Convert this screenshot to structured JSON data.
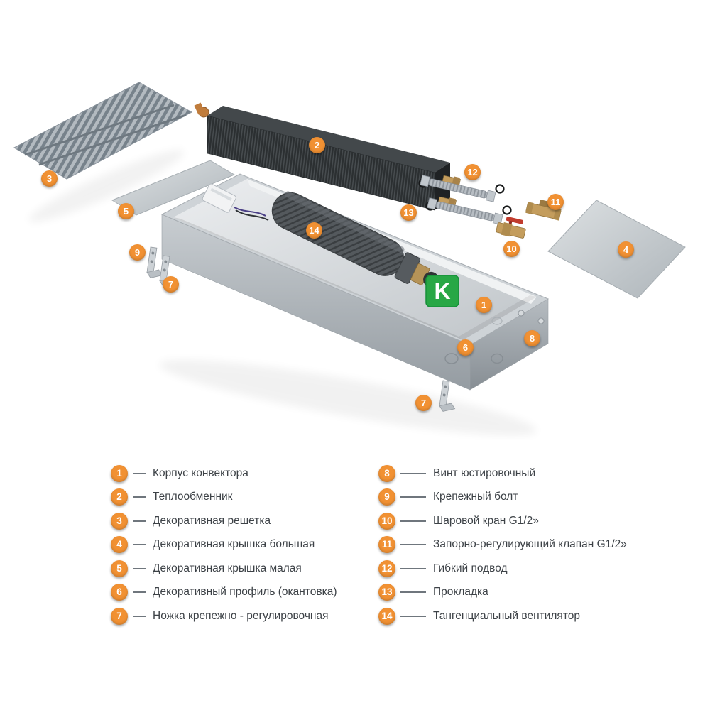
{
  "colors": {
    "badge": "#f19133",
    "legend_text": "#3d4247",
    "logo_green": "#28a745",
    "metal_light": "#d9dde0",
    "metal_dark": "#8f99a2",
    "exchanger_dark": "#2b2f31",
    "brass": "#c49d5d",
    "handle_red": "#c13b2d"
  },
  "logo": {
    "letter": "K"
  },
  "diagram": {
    "callouts": [
      {
        "n": "3"
      },
      {
        "n": "2"
      },
      {
        "n": "5"
      },
      {
        "n": "12"
      },
      {
        "n": "13"
      },
      {
        "n": "11"
      },
      {
        "n": "10"
      },
      {
        "n": "4"
      },
      {
        "n": "9"
      },
      {
        "n": "7"
      },
      {
        "n": "14"
      },
      {
        "n": "1"
      },
      {
        "n": "8"
      },
      {
        "n": "6"
      },
      {
        "n": "7"
      }
    ]
  },
  "legend": {
    "left": [
      {
        "n": "1",
        "label": "Корпус конвектора"
      },
      {
        "n": "2",
        "label": "Теплообменник"
      },
      {
        "n": "3",
        "label": "Декоративная решетка"
      },
      {
        "n": "4",
        "label": "Декоративная крышка большая"
      },
      {
        "n": "5",
        "label": "Декоративная крышка малая"
      },
      {
        "n": "6",
        "label": "Декоративный профиль (окантовка)"
      },
      {
        "n": "7",
        "label": "Ножка крепежно - регулировочная"
      }
    ],
    "right": [
      {
        "n": "8",
        "label": "Винт юстировочный"
      },
      {
        "n": "9",
        "label": "Крепежный болт"
      },
      {
        "n": "10",
        "label": "Шаровой кран G1/2»"
      },
      {
        "n": "11",
        "label": "Запорно-регулирующий клапан G1/2»"
      },
      {
        "n": "12",
        "label": "Гибкий подвод"
      },
      {
        "n": "13",
        "label": "Прокладка"
      },
      {
        "n": "14",
        "label": "Тангенциальный вентилятор"
      }
    ]
  }
}
